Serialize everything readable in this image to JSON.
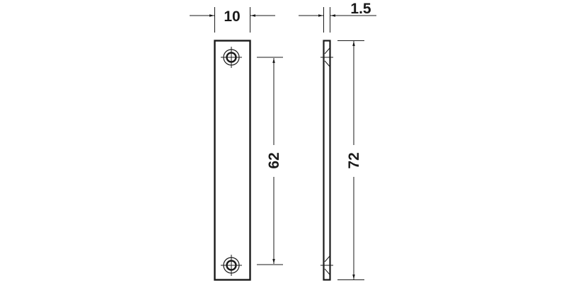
{
  "drawing": {
    "front_view": {
      "width_dim": "10",
      "hole_spacing_dim": "62",
      "holes": 2
    },
    "side_view": {
      "thickness_dim": "1.5",
      "length_dim": "72"
    },
    "colors": {
      "line": "#1a1a1a",
      "background": "#ffffff"
    }
  }
}
